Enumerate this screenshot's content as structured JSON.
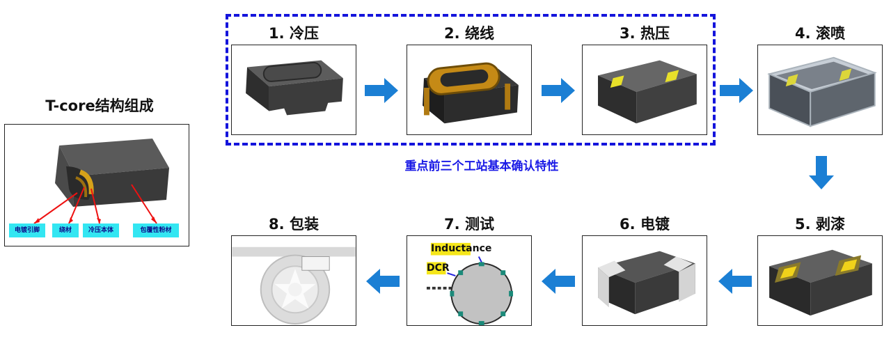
{
  "tcore": {
    "title": "T-core结构组成",
    "labels": [
      "电镀引脚",
      "绕材",
      "冷压本体",
      "包覆性粉材"
    ]
  },
  "steps": [
    {
      "title": "1. 冷压"
    },
    {
      "title": "2. 绕线"
    },
    {
      "title": "3. 热压"
    },
    {
      "title": "4. 滚喷"
    },
    {
      "title": "5. 剥漆"
    },
    {
      "title": "6. 电镀"
    },
    {
      "title": "7. 测试"
    },
    {
      "title": "8. 包装"
    }
  ],
  "note": "重点前三个工站基本确认特性",
  "test_panel": {
    "inductance": "Inductance",
    "dcr": "DCR"
  },
  "colors": {
    "frame": "#1414dc",
    "arrow": "#1b7fd4",
    "note": "#1a1ae6",
    "label_bg": "#33e6f2"
  },
  "icons": [
    "arrow-right-icon",
    "arrow-left-icon",
    "arrow-down-icon"
  ]
}
